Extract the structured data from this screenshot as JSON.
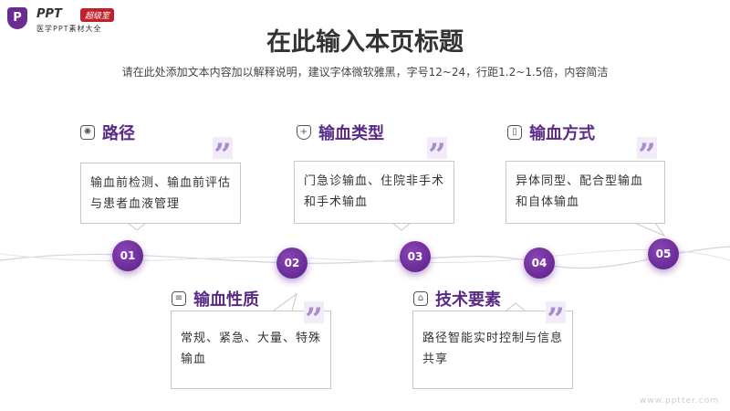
{
  "logo": {
    "mark": "P",
    "name": "PPT",
    "tag": "超级室",
    "sub": "医学PPT素材大全"
  },
  "header": {
    "title": "在此输入本页标题",
    "subtitle": "请在此处添加文本内容加以解释说明，建议字体微软雅黑，字号12~24，行距1.2~1.5倍，内容简洁"
  },
  "steps": [
    {
      "num": "01",
      "title": "路径",
      "icon": "brain-icon",
      "text": "输血前检测、输血前评估与患者血液管理"
    },
    {
      "num": "02",
      "title": "输血性质",
      "icon": "xray-icon",
      "text": "常规、紧急、大量、特殊输血"
    },
    {
      "num": "03",
      "title": "输血类型",
      "icon": "shield-plus-icon",
      "text": "门急诊输血、住院非手术和手术输血"
    },
    {
      "num": "04",
      "title": "技术要素",
      "icon": "microscope-icon",
      "text": "路径智能实时控制与信息共享"
    },
    {
      "num": "05",
      "title": "输血方式",
      "icon": "bottle-icon",
      "text": "异体同型、配合型输血和自体输血"
    }
  ],
  "quote_mark": "”",
  "watermark": "www.pptter.com",
  "colors": {
    "accent": "#5a2a85",
    "brand_red": "#c0222b"
  }
}
